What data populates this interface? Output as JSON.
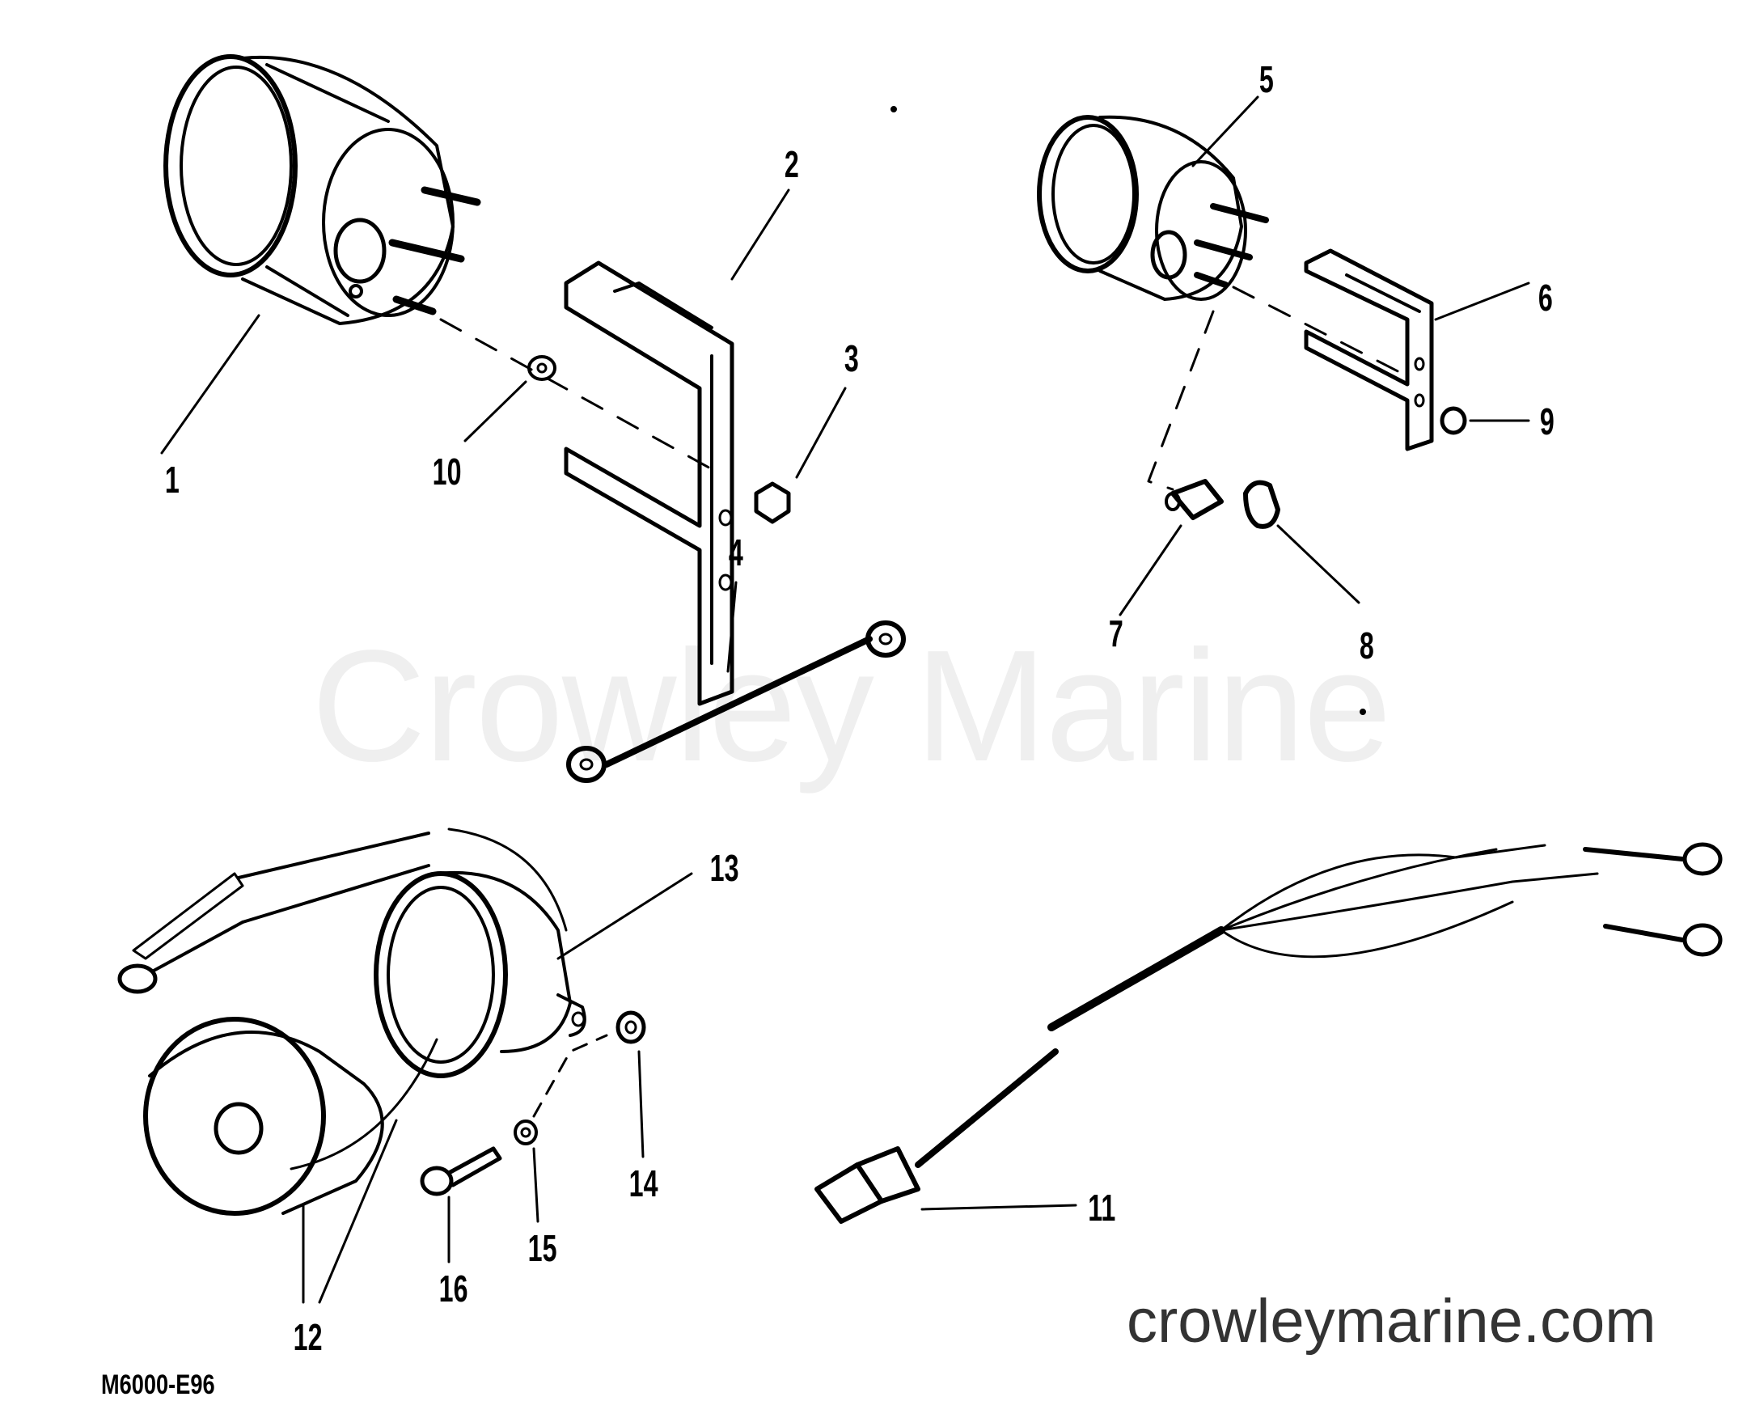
{
  "watermark": "Crowley Marine",
  "site_url": "crowleymarine.com",
  "figure_code": "M6000-E96",
  "callouts": [
    {
      "id": "1",
      "label": "1"
    },
    {
      "id": "2",
      "label": "2"
    },
    {
      "id": "3",
      "label": "3"
    },
    {
      "id": "4",
      "label": "4"
    },
    {
      "id": "5",
      "label": "5"
    },
    {
      "id": "6",
      "label": "6"
    },
    {
      "id": "7",
      "label": "7"
    },
    {
      "id": "8",
      "label": "8"
    },
    {
      "id": "9",
      "label": "9"
    },
    {
      "id": "10",
      "label": "10"
    },
    {
      "id": "11",
      "label": "11"
    },
    {
      "id": "12",
      "label": "12"
    },
    {
      "id": "13",
      "label": "13"
    },
    {
      "id": "14",
      "label": "14"
    },
    {
      "id": "15",
      "label": "15"
    },
    {
      "id": "16",
      "label": "16"
    }
  ],
  "colors": {
    "line": "#000000",
    "watermark": "#efefef",
    "url": "#333333",
    "background": "#ffffff"
  }
}
